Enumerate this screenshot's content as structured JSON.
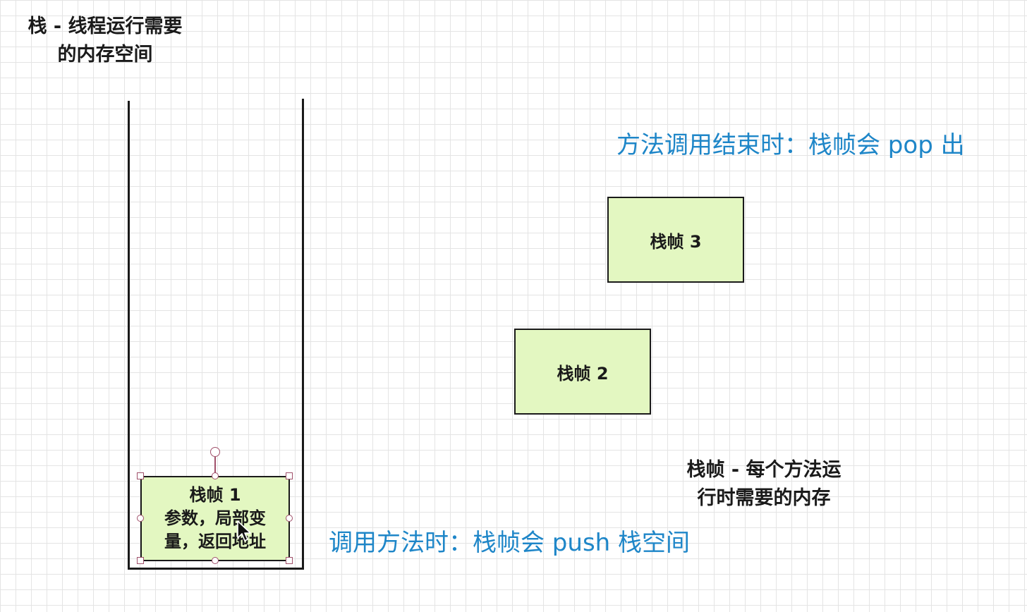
{
  "stack_note": {
    "line1": "栈 - 线程运行需要",
    "line2": "的内存空间"
  },
  "frames": {
    "frame1": {
      "title": "栈帧 1",
      "line2": "参数，局部变",
      "line3": "量，返回地址"
    },
    "frame2": {
      "label": "栈帧 2"
    },
    "frame3": {
      "label": "栈帧 3"
    }
  },
  "captions": {
    "pop": "方法调用结束时：栈帧会 pop 出",
    "push": "调用方法时：栈帧会 push 栈空间"
  },
  "frame_note": {
    "line1": "栈帧 - 每个方法运",
    "line2": "行时需要的内存"
  },
  "colors": {
    "frame_fill": "#e3f7c1",
    "caption_blue": "#1e86c8",
    "selection_handle": "#a0506a"
  }
}
